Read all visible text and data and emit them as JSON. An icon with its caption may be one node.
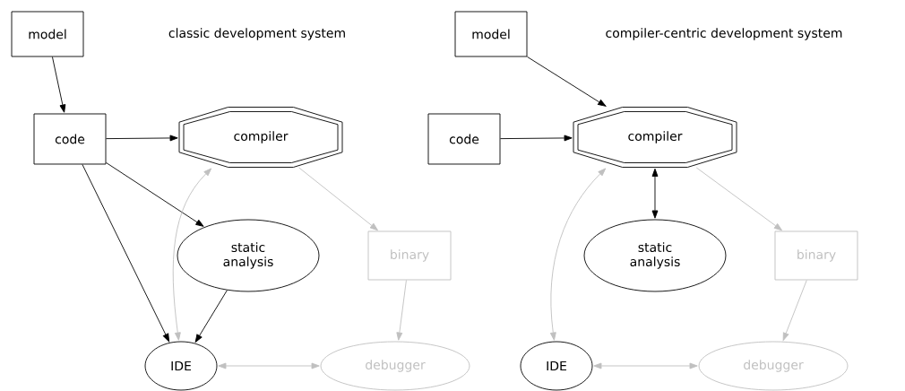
{
  "diagram": {
    "nodes": [
      {
        "text": [
          "model"
        ]
      },
      {
        "text": [
          "code"
        ]
      },
      {
        "text": [
          "compiler"
        ]
      },
      {
        "text": [
          "static analysis"
        ]
      },
      {
        "text": [
          "binary"
        ]
      },
      {
        "text": [
          "IDE"
        ]
      },
      {
        "text": [
          "debugger"
        ]
      },
      {
        "text": [
          "model"
        ]
      },
      {
        "text": [
          "code"
        ]
      },
      {
        "text": [
          "compiler"
        ]
      },
      {
        "text": [
          "static analysis"
        ]
      },
      {
        "text": [
          "binary"
        ]
      },
      {
        "text": [
          "IDE"
        ]
      },
      {
        "text": [
          "debugger"
        ]
      }
    ],
    "edges": [
      {
        "from": 0,
        "to": 1,
        "arrow": "to"
      },
      {
        "from": 1,
        "to": 2,
        "arrow": "to"
      },
      {
        "from": 1,
        "to": 3,
        "arrow": "to"
      },
      {
        "from": 1,
        "to": 5,
        "arrow": "to"
      },
      {
        "from": 3,
        "to": 5,
        "arrow": "to"
      },
      {
        "from": 5,
        "to": 2,
        "arrow": "both",
        "color": "#c0c0c0"
      },
      {
        "from": 2,
        "to": 4,
        "arrow": "to",
        "color": "#c0c0c0"
      },
      {
        "from": 4,
        "to": 6,
        "arrow": "to",
        "color": "#c0c0c0"
      },
      {
        "from": 5,
        "to": 6,
        "arrow": "both",
        "color": "#c0c0c0"
      },
      {
        "from": 7,
        "to": 9,
        "arrow": "to"
      },
      {
        "from": 8,
        "to": 9,
        "arrow": "to"
      },
      {
        "from": 9,
        "to": 10,
        "arrow": "both"
      },
      {
        "from": 12,
        "to": 9,
        "arrow": "both",
        "color": "#c0c0c0"
      },
      {
        "from": 9,
        "to": 11,
        "arrow": "to",
        "color": "#c0c0c0"
      },
      {
        "from": 11,
        "to": 13,
        "arrow": "to",
        "color": "#c0c0c0"
      },
      {
        "from": 12,
        "to": 13,
        "arrow": "both",
        "color": "#c0c0c0"
      }
    ],
    "labels": [
      "classic development system",
      "compiler-centric development system"
    ]
  }
}
